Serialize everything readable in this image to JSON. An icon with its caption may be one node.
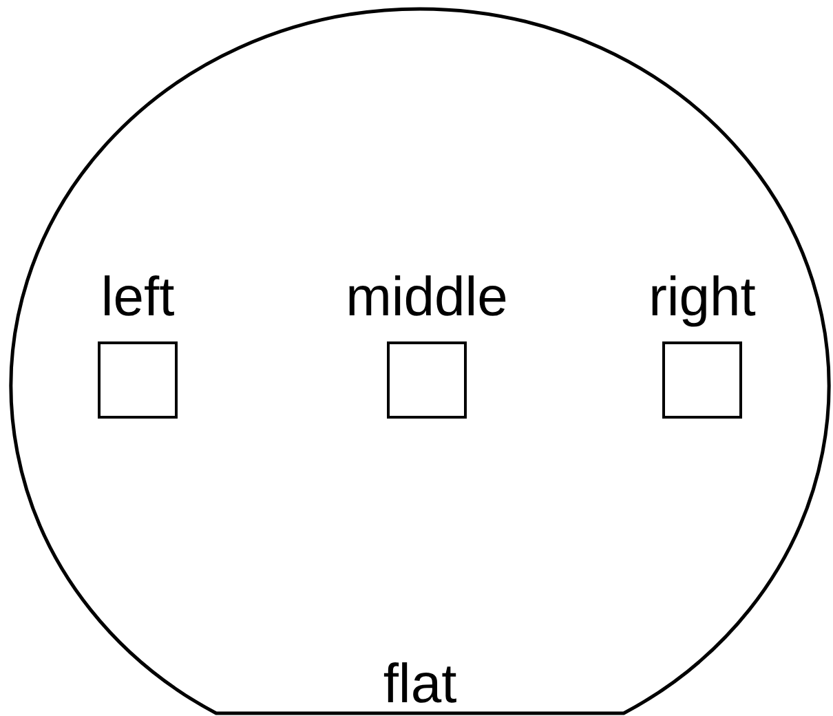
{
  "diagram": {
    "nodes": [
      {
        "text": [
          "flat"
        ]
      },
      {
        "text": [
          "left"
        ],
        "in": 0
      },
      {
        "text": [
          "middle"
        ],
        "in": 0
      },
      {
        "text": [
          "right"
        ],
        "in": 0
      }
    ]
  }
}
